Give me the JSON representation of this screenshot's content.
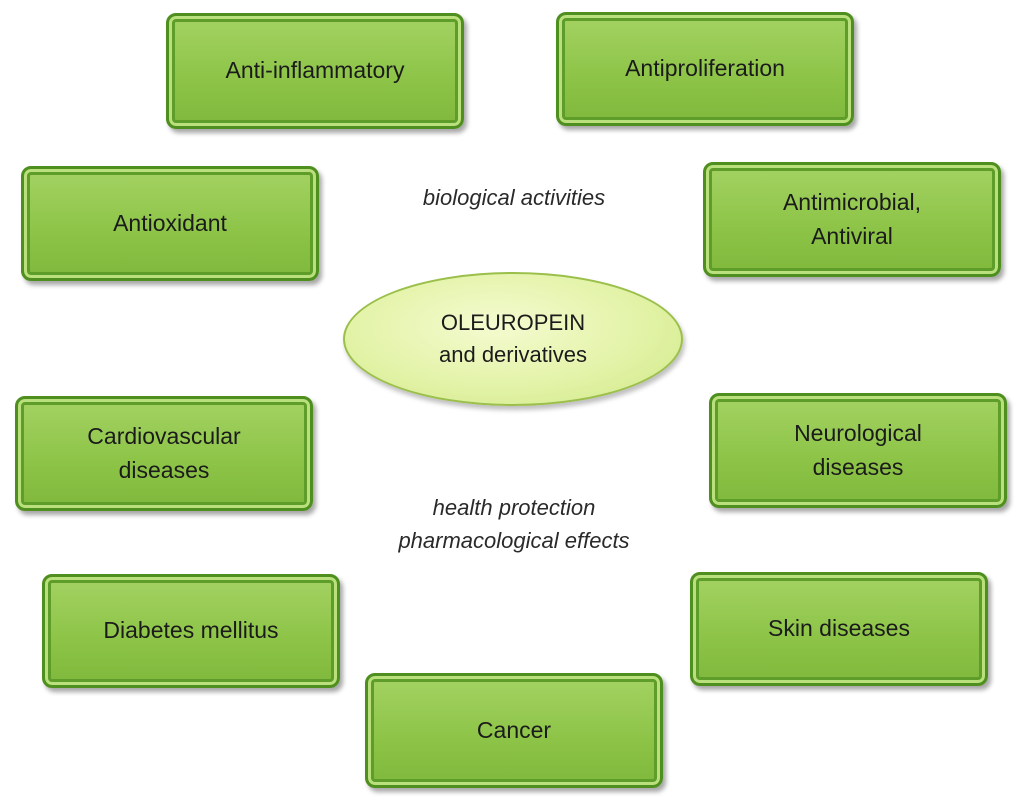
{
  "center": {
    "label": "OLEUROPEIN\nand derivatives"
  },
  "captions": {
    "biological": "biological activities",
    "health": "health protection\npharmacological effects"
  },
  "boxes": {
    "anti_inflammatory": "Anti-inflammatory",
    "antiproliferation": "Antiproliferation",
    "antioxidant": "Antioxidant",
    "antimicrobial": "Antimicrobial,\nAntiviral",
    "cardiovascular": "Cardiovascular\ndiseases",
    "neurological": "Neurological\ndiseases",
    "diabetes": "Diabetes mellitus",
    "skin": "Skin diseases",
    "cancer": "Cancer"
  },
  "colors": {
    "box_fill": "#8ec549",
    "box_border": "#4f8f1f",
    "ellipse_fill": "#e3f3a8"
  }
}
